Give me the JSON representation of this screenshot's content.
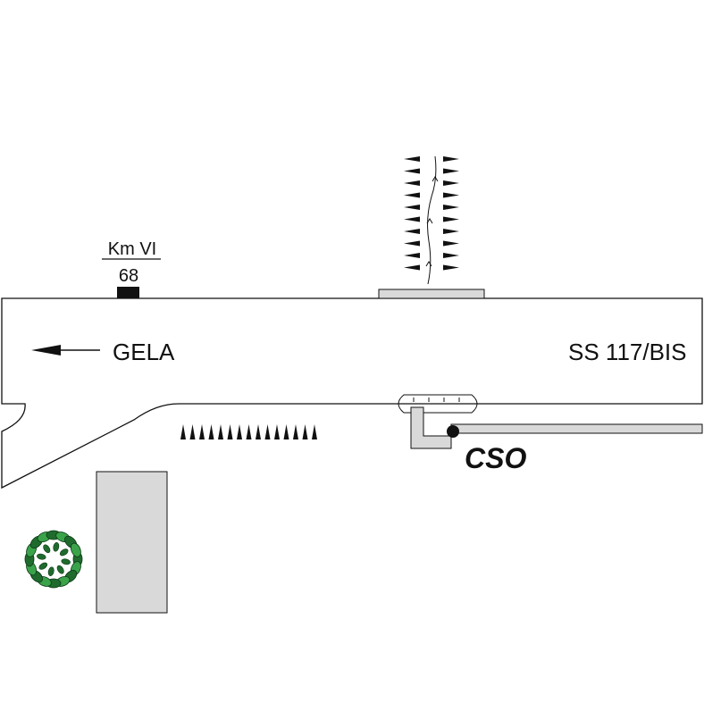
{
  "labels": {
    "km_marker": "Km VI",
    "km_value": "68",
    "direction": "GELA",
    "road": "SS 117/BIS",
    "site": "CSO"
  },
  "colors": {
    "line": "#111111",
    "grey_fill": "#d9d9d9",
    "tree_dark": "#1f6b2e",
    "tree_light": "#3aa34a"
  },
  "icons": {
    "direction_arrow": "arrow-left-icon",
    "km_marker": "km-marker-icon",
    "tree": "tree-icon",
    "pipe_end": "pipe-end-dot-icon"
  }
}
